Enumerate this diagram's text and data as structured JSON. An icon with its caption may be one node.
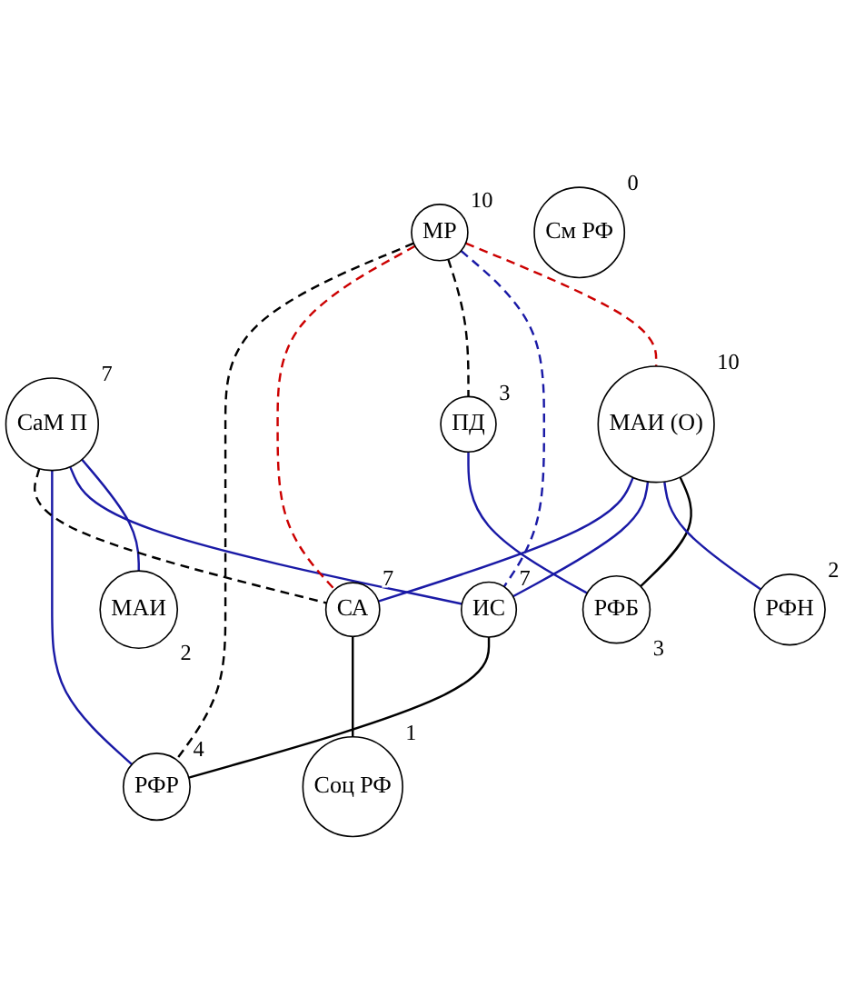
{
  "diagram": {
    "nodes": [
      {
        "text": [
          "СаМ П"
        ],
        "beside": [
          "7"
        ]
      },
      {
        "text": [
          "МАИ"
        ],
        "beside": [
          "2"
        ]
      },
      {
        "text": [
          "См РФ"
        ],
        "beside": [
          "0"
        ]
      },
      {
        "text": [
          "МР"
        ],
        "beside": [
          "10"
        ]
      },
      {
        "text": [
          "Соц РФ"
        ],
        "beside": [
          "1"
        ]
      },
      {
        "text": [
          "РФБ"
        ],
        "beside": [
          "3"
        ]
      },
      {
        "text": [
          "МАИ (О)"
        ],
        "beside": [
          "10"
        ]
      },
      {
        "text": [
          "РФН"
        ],
        "beside": [
          "2"
        ]
      },
      {
        "text": [
          "ИС"
        ],
        "beside": [
          "7"
        ]
      },
      {
        "text": [
          "РФР"
        ],
        "beside": [
          "4"
        ]
      },
      {
        "text": [
          "ПД"
        ],
        "beside": [
          "3"
        ]
      },
      {
        "text": [
          "СА"
        ],
        "beside": [
          "7"
        ]
      }
    ],
    "edges": [
      {
        "from": 0,
        "to": 1,
        "arrow": "none"
      },
      {
        "from": 0,
        "to": 8,
        "arrow": "none"
      },
      {
        "from": 0,
        "to": 9,
        "arrow": "none"
      },
      {
        "from": 0,
        "to": 11,
        "arrow": "none",
        "style": "dashed",
        "color": "#000000"
      },
      {
        "from": 3,
        "to": 6,
        "arrow": "none",
        "style": "dashed",
        "color": "#cc0000"
      },
      {
        "from": 3,
        "to": 8,
        "arrow": "none",
        "style": "dashed"
      },
      {
        "from": 3,
        "to": 10,
        "arrow": "none",
        "style": "dashed",
        "color": "#000000"
      },
      {
        "from": 3,
        "to": 11,
        "arrow": "none",
        "style": "dashed",
        "color": "#cc0000"
      },
      {
        "from": 3,
        "to": 9,
        "arrow": "none",
        "style": "dashed",
        "color": "#000000"
      },
      {
        "from": 4,
        "to": 11,
        "arrow": "none",
        "color": "#000000"
      },
      {
        "from": 6,
        "to": 5,
        "arrow": "none",
        "color": "#000000"
      },
      {
        "from": 6,
        "to": 7,
        "arrow": "none"
      },
      {
        "from": 6,
        "to": 8,
        "arrow": "none"
      },
      {
        "from": 6,
        "to": 11,
        "arrow": "none"
      },
      {
        "from": 8,
        "to": 9,
        "arrow": "none",
        "color": "#000000"
      },
      {
        "from": 10,
        "to": 5,
        "arrow": "none"
      }
    ]
  }
}
